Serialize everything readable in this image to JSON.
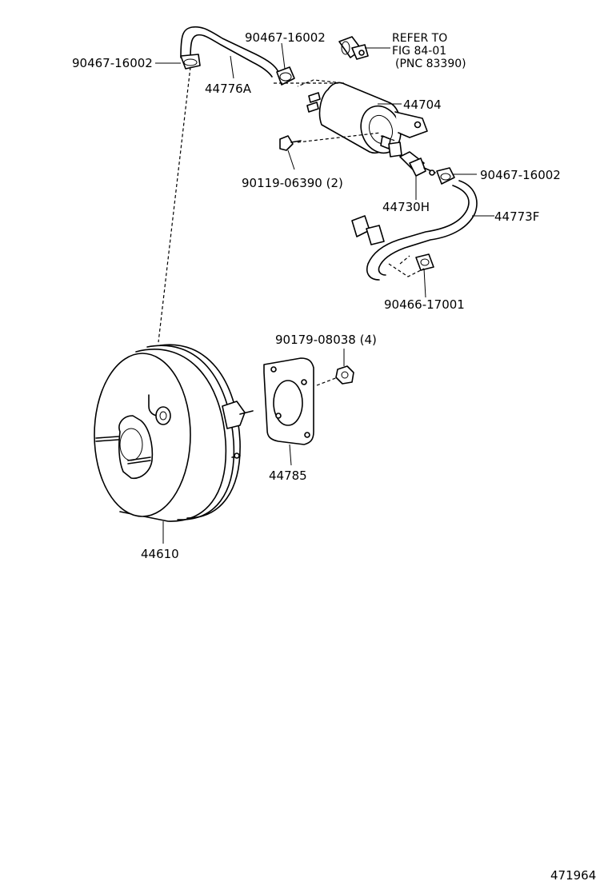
{
  "labels": {
    "clip_top_left": "90467-16002",
    "clip_top_mid": "90467-16002",
    "hose_top": "44776A",
    "refer_line1": "REFER TO",
    "refer_line2": "FIG 84-01",
    "refer_line3": "(PNC 83390)",
    "tank": "44704",
    "bolt": "90119-06390 (2)",
    "clip_right": "90467-16002",
    "valve": "44730H",
    "hose_right": "44773F",
    "clamp_bottom": "90466-17001",
    "nut": "90179-08038 (4)",
    "gasket": "44785",
    "booster": "44610",
    "diagram_number": "471964"
  }
}
